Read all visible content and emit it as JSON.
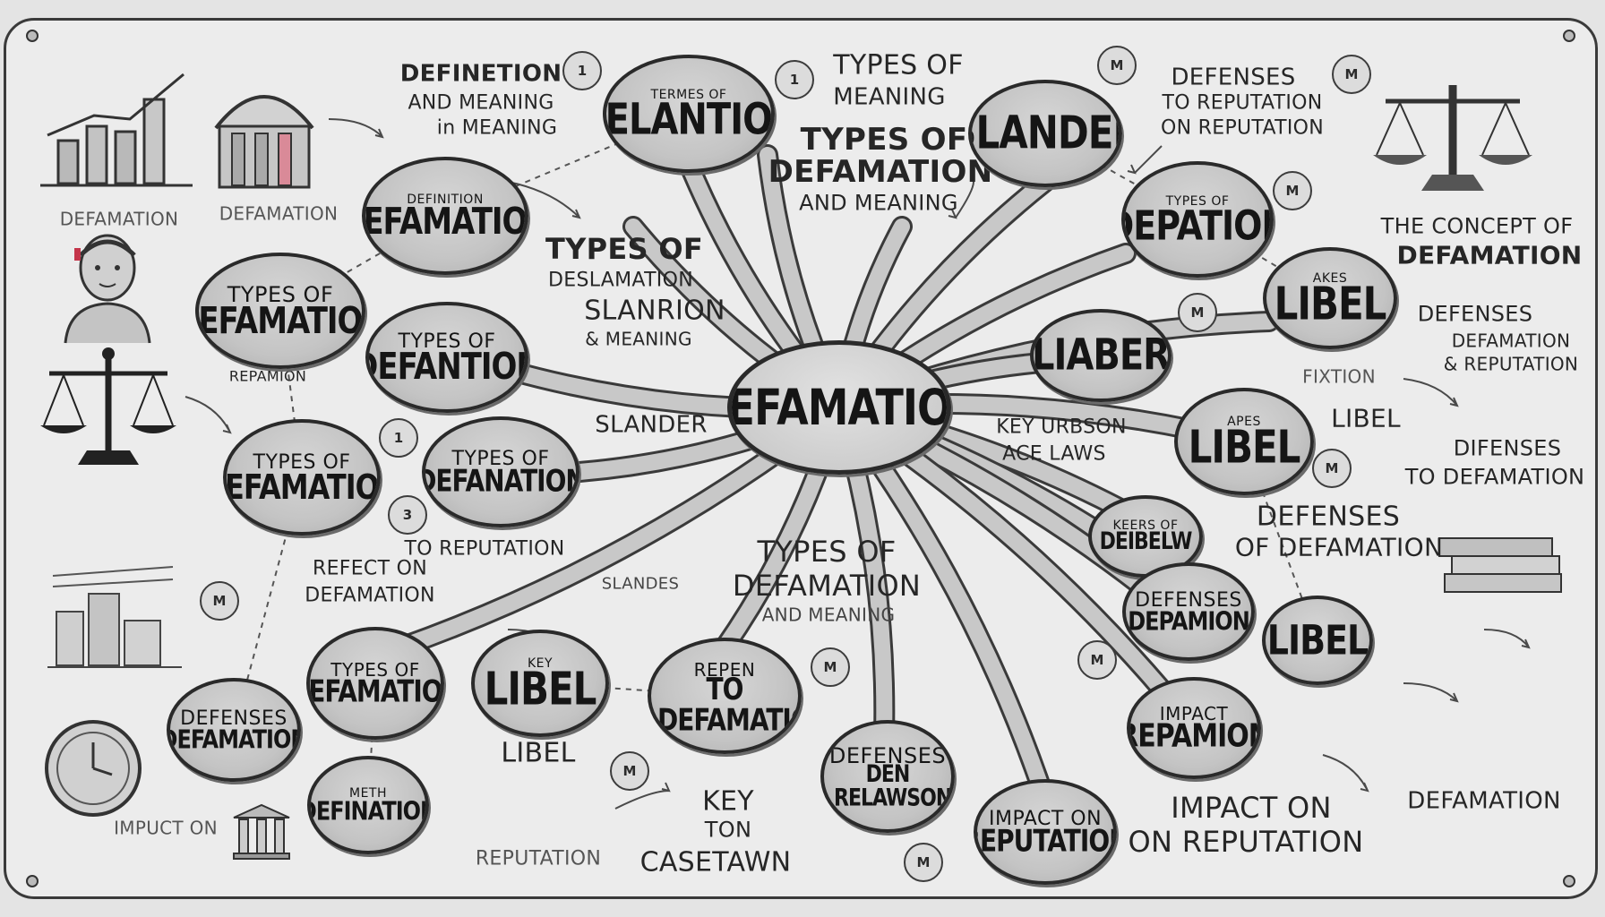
{
  "center": {
    "title": "DEFAMATION"
  },
  "nodes": {
    "n_delantion": {
      "small": "TERMES OF",
      "big": "DELANTION"
    },
    "n_slander_top": {
      "big": "SLANDER"
    },
    "n_depation": {
      "small": "TYPES OF",
      "big": "DEPATION"
    },
    "n_libel_r1": {
      "small": "AKES",
      "big": "LIBEL"
    },
    "n_liaber": {
      "big": "LIABER"
    },
    "n_libel_r2": {
      "small": "APES",
      "big": "LIBEL"
    },
    "n_defamation_tl": {
      "small": "DEFINITION",
      "big": "DEFAMATION"
    },
    "n_types_l1": {
      "small": "TYPES OF",
      "big": "DEFAMATION"
    },
    "n_types_l2": {
      "small": "TYPES OF",
      "big": "DEFANTION"
    },
    "n_types_l3": {
      "small": "TYPES OF",
      "big": "DEFAMATION"
    },
    "n_types_l4": {
      "small": "TYPES OF",
      "big": "DEFANATION"
    },
    "n_deibelw": {
      "small": "KEERS OF",
      "big": "DEIBELW"
    },
    "n_defenses_r": {
      "small": "DEFENSES",
      "big": "DEPAMION"
    },
    "n_libel_r3": {
      "big": "LIBEL"
    },
    "n_impact_r": {
      "small": "IMPACT",
      "big": "REPAMION"
    },
    "n_types_b1": {
      "small": "TYPES OF",
      "big": "DEFAMATION"
    },
    "n_libel_b": {
      "small": "KEY",
      "big": "LIBEL"
    },
    "n_repen": {
      "small": "REPEN",
      "big": "TO DEFAMATION"
    },
    "n_defenses_l": {
      "small": "DEFENSES",
      "big": "DEFAMATION"
    },
    "n_meth": {
      "small": "METH",
      "big": "DEFINATION"
    },
    "n_defenses_b": {
      "small": "DEFENSES",
      "big": "DEN RELAWSON"
    },
    "n_impact_b": {
      "small": "IMPACT ON",
      "big": "REPUTATION"
    }
  },
  "labels": {
    "definition": "DEFINETION",
    "and_meaning": "AND MEANING",
    "in_meaning": "in MEANING",
    "types_meaning_top": "TYPES OF",
    "meaning_top": "MEANING",
    "types_defamation_top": "TYPES OF",
    "defamation_top": "DEFAMATION",
    "and_meaning_top": "AND MEANING",
    "defenses_top": "DEFENSES",
    "to_reputation_top": "TO REPUTATION",
    "on_reputation_top": "ON REPUTATION",
    "concept_1": "THE CONCEPT OF",
    "concept_2": "DEFAMATION",
    "types_mid": "TYPES OF",
    "deslamation": "DESLAMATION",
    "slanrion": "SLANRION",
    "slanrion_meaning": "& MEANING",
    "slander_mid": "SLANDER",
    "key_1": "KEY URBSON",
    "key_2": "ACE LAWS",
    "reputation_left": "TO REPUTATION",
    "reflect_1": "REFECT ON",
    "reflect_2": "DEFAMATION",
    "types_bottom_1": "TYPES OF",
    "types_bottom_2": "DEFAMATION",
    "types_bottom_3": "AND MEANING",
    "defenses_r_1": "DEFENSES",
    "defenses_r_2": "OF DEFAMATION",
    "defenses_r2_1": "DEFENSES",
    "defenses_r2_2": "DEFAMATION",
    "defenses_r2_3": "& REPUTATION",
    "fixtion": "FIXTION",
    "libel_r": "LIBEL",
    "defenses_to_1": "DIFENSES",
    "defenses_to_2": "TO DEFAMATION",
    "impact_on_1": "IMPACT ON",
    "impact_on_2": "ON REPUTATION",
    "defamation_br": "DEFAMATION",
    "libel_under": "LIBEL",
    "key_bottom_1": "KEY",
    "key_bottom_2": "TON",
    "key_bottom_3": "CASETAWN",
    "reputation_bottom": "REPUTATION",
    "impact_left": "IMPUCT ON",
    "defamation_left1": "DEFAMATION",
    "defamation_left2": "DEFAMATION",
    "repamion_l": "REPAMION",
    "slandes": "SLANDES"
  },
  "badges": [
    "1",
    "1",
    "M",
    "M",
    "M",
    "M",
    "M",
    "1",
    "3",
    "M",
    "M",
    "M",
    "M",
    "M"
  ]
}
